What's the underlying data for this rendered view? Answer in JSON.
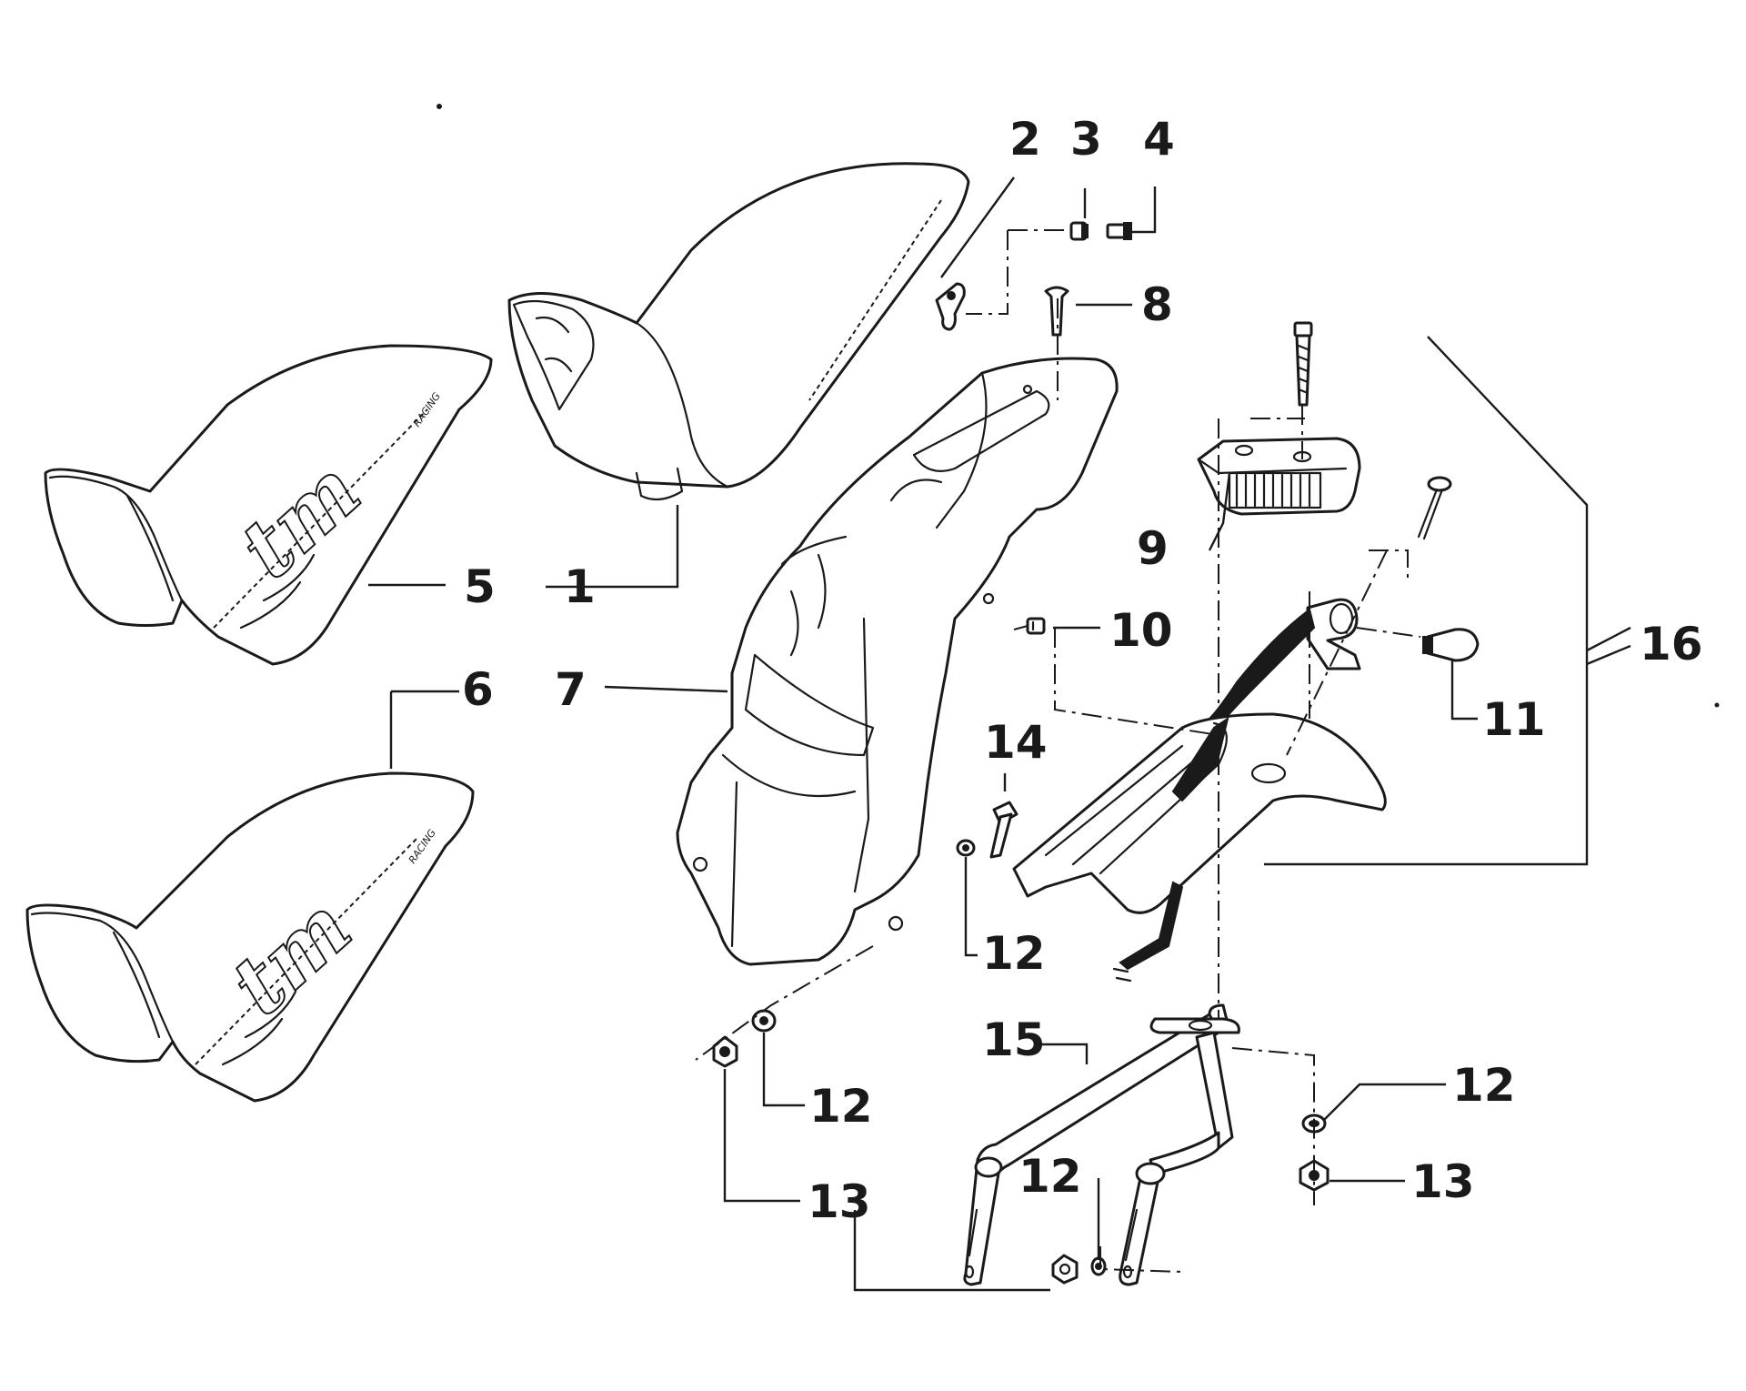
{
  "callouts": {
    "c1": "1",
    "c2": "2",
    "c3": "3",
    "c4": "4",
    "c5": "5",
    "c6": "6",
    "c7": "7",
    "c8": "8",
    "c9": "9",
    "c10": "10",
    "c11": "11",
    "c12a": "12",
    "c12b": "12",
    "c12c": "12",
    "c12d": "12",
    "c13a": "13",
    "c13b": "13",
    "c14": "14",
    "c15": "15",
    "c16": "16"
  },
  "branding": {
    "logo": "tm",
    "word": "RACING"
  },
  "colors": {
    "ink": "#1a1a1a",
    "paper": "#ffffff"
  }
}
